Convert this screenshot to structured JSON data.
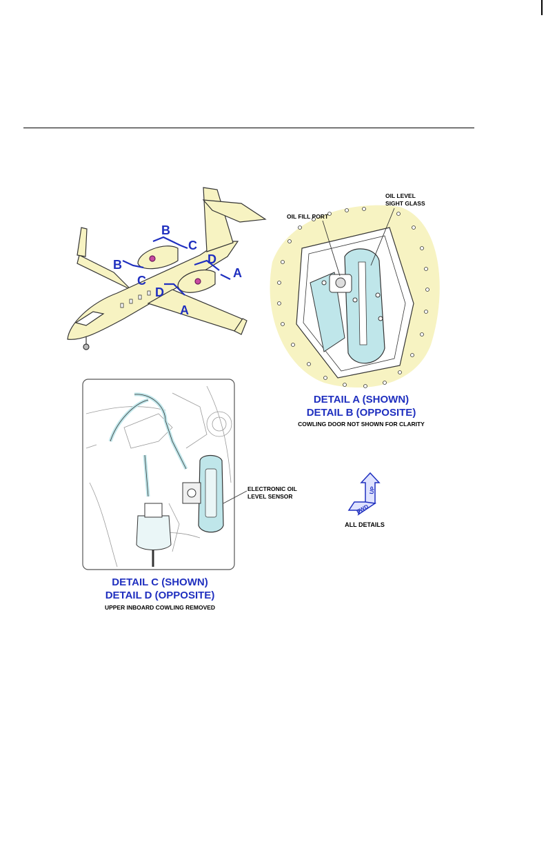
{
  "figure": {
    "aircraft_view": {
      "markers": [
        "A",
        "A",
        "B",
        "B",
        "C",
        "C",
        "D",
        "D"
      ]
    },
    "detail_ab": {
      "callout_fill_port": "OIL FILL PORT",
      "callout_sight_glass_line1": "OIL LEVEL",
      "callout_sight_glass_line2": "SIGHT GLASS",
      "title_line1": "DETAIL A (SHOWN)",
      "title_line2": "DETAIL B (OPPOSITE)",
      "note": "COWLING DOOR NOT SHOWN FOR CLARITY"
    },
    "detail_cd": {
      "callout_sensor_line1": "ELECTRONIC OIL",
      "callout_sensor_line2": "LEVEL SENSOR",
      "title_line1": "DETAIL C (SHOWN)",
      "title_line2": "DETAIL D (OPPOSITE)",
      "note": "UPPER INBOARD COWLING REMOVED"
    },
    "orientation": {
      "up": "UP",
      "fwd": "FWD",
      "label": "ALL DETAILS"
    },
    "colors": {
      "highlight_yellow": "#f7f3c2",
      "callout_blue": "#1f2fbf",
      "part_cyan": "#bfe6ea"
    }
  }
}
